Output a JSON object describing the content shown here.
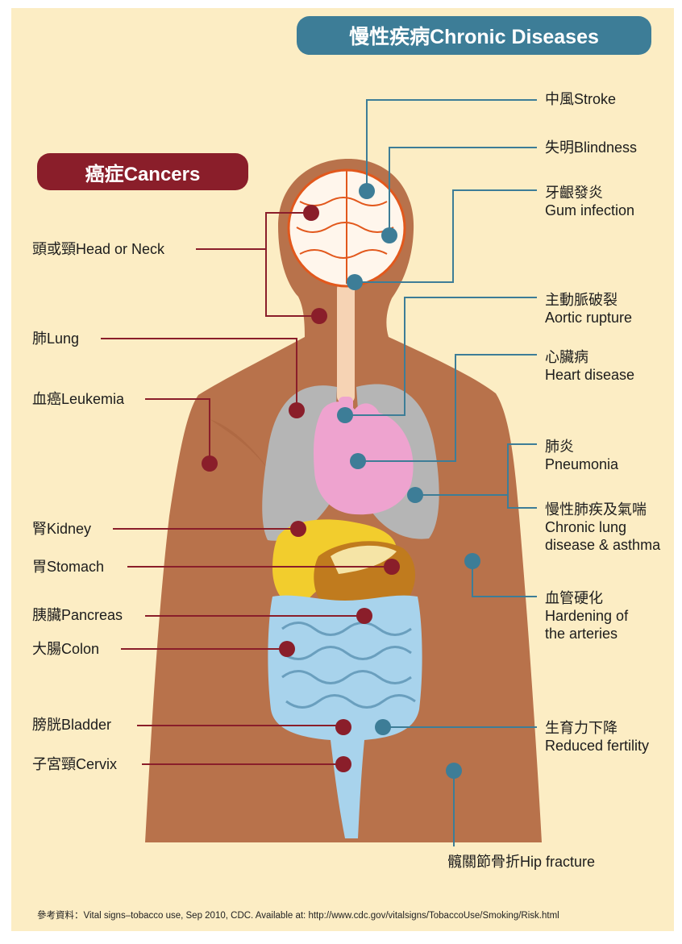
{
  "banners": {
    "chronic": "慢性疾病Chronic Diseases",
    "cancer": "癌症Cancers"
  },
  "cancers": {
    "head_neck": "頭或頸Head or Neck",
    "lung": "肺Lung",
    "leukemia": "血癌Leukemia",
    "kidney": "腎Kidney",
    "stomach": "胃Stomach",
    "pancreas": "胰臟Pancreas",
    "colon": "大腸Colon",
    "bladder": "膀胱Bladder",
    "cervix": "子宮頸Cervix"
  },
  "chronic": {
    "stroke": "中風Stroke",
    "blindness": "失明Blindness",
    "gum_zh": "牙齦發炎",
    "gum_en": "Gum infection",
    "aortic_zh": "主動脈破裂",
    "aortic_en": "Aortic rupture",
    "heart_zh": "心臟病",
    "heart_en": "Heart disease",
    "pneumonia_zh": "肺炎",
    "pneumonia_en": "Pneumonia",
    "copd_zh": "慢性肺疾及氣喘",
    "copd_en1": "Chronic lung",
    "copd_en2": "disease & asthma",
    "arteries_zh": "血管硬化",
    "arteries_en1": "Hardening of",
    "arteries_en2": "the arteries",
    "fertility_zh": "生育力下降",
    "fertility_en": "Reduced fertility",
    "hip": "髖關節骨折Hip fracture"
  },
  "source": "參考資料：Vital signs–tobacco use, Sep 2010, CDC. Available at: http://www.cdc.gov/vitalsigns/TobaccoUse/Smoking/Risk.html",
  "colors": {
    "background": "#fcedc4",
    "skin": "#b8724b",
    "cancer_red": "#8a1e2a",
    "chronic_teal": "#3d7d97",
    "lung_gray": "#b5b5b5",
    "heart_pink": "#eea3cf",
    "brain_white": "#fff6ec",
    "liver_yellow": "#f2cd2d",
    "stomach_brown": "#c07b1e",
    "intestine_blue": "#a8d3ec"
  }
}
